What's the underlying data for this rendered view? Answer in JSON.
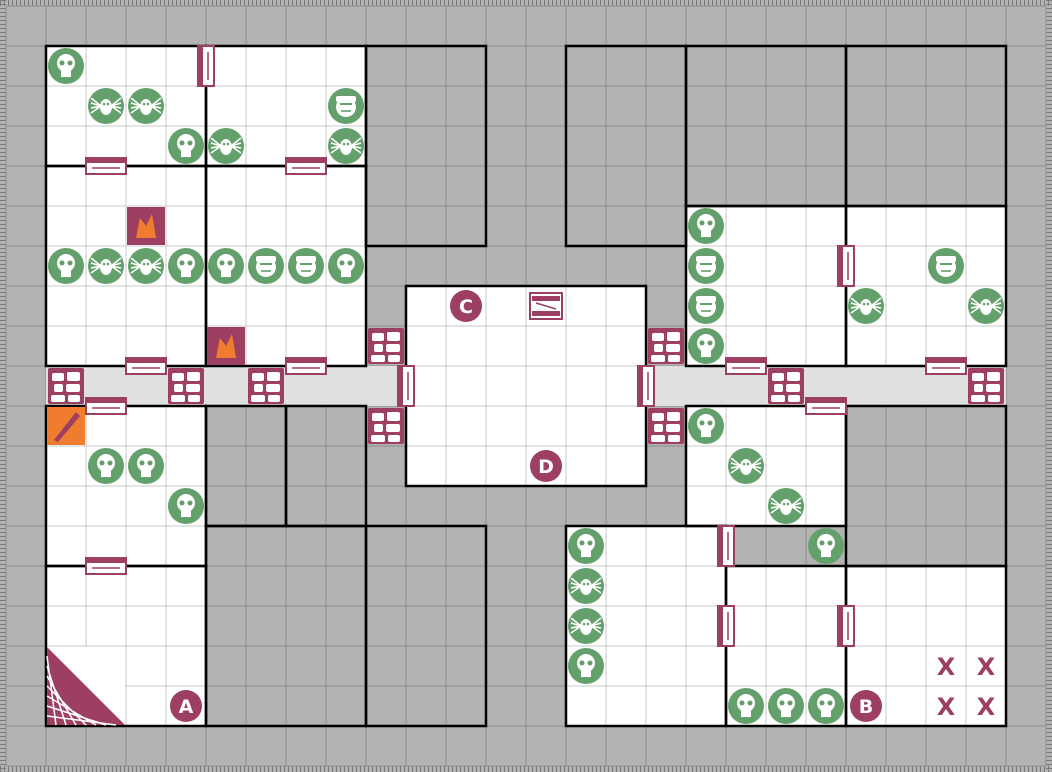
{
  "board": {
    "title": "",
    "colors": {
      "frame": "#b3b3b3",
      "grid": "#8c8c8c",
      "room_floor": "#ffffff",
      "room_grid": "#c8c8c8",
      "corridor": "#e0e0e0",
      "wall": "#000000",
      "marker": "#9c3f62",
      "monster": "#63a06b",
      "fire": "#f07d2e"
    }
  },
  "markers": [
    {
      "label": "A",
      "col": 4,
      "row": 17
    },
    {
      "label": "B",
      "col": 21,
      "row": 17
    },
    {
      "label": "C",
      "col": 11,
      "row": 7
    },
    {
      "label": "D",
      "col": 13,
      "row": 11
    }
  ],
  "x_marks": {
    "label": "X",
    "cells": [
      [
        23,
        16
      ],
      [
        24,
        16
      ],
      [
        23,
        17
      ],
      [
        24,
        17
      ]
    ]
  },
  "monsters": [
    {
      "kind": "skull",
      "col": 1,
      "row": 1
    },
    {
      "kind": "spider",
      "col": 2,
      "row": 2
    },
    {
      "kind": "spider",
      "col": 3,
      "row": 2
    },
    {
      "kind": "skull",
      "col": 4,
      "row": 3
    },
    {
      "kind": "spider",
      "col": 5,
      "row": 3
    },
    {
      "kind": "orc",
      "col": 8,
      "row": 2
    },
    {
      "kind": "spider",
      "col": 8,
      "row": 3
    },
    {
      "kind": "skull",
      "col": 1,
      "row": 6
    },
    {
      "kind": "spider",
      "col": 2,
      "row": 6
    },
    {
      "kind": "spider",
      "col": 3,
      "row": 6
    },
    {
      "kind": "skull",
      "col": 4,
      "row": 6
    },
    {
      "kind": "skull",
      "col": 5,
      "row": 6
    },
    {
      "kind": "orc",
      "col": 6,
      "row": 6
    },
    {
      "kind": "orc",
      "col": 7,
      "row": 6
    },
    {
      "kind": "skull",
      "col": 8,
      "row": 6
    },
    {
      "kind": "skull",
      "col": 2,
      "row": 11
    },
    {
      "kind": "skull",
      "col": 3,
      "row": 11
    },
    {
      "kind": "skull",
      "col": 4,
      "row": 12
    },
    {
      "kind": "skull",
      "col": 17,
      "row": 5
    },
    {
      "kind": "orc",
      "col": 17,
      "row": 6
    },
    {
      "kind": "orc",
      "col": 17,
      "row": 7
    },
    {
      "kind": "skull",
      "col": 17,
      "row": 8
    },
    {
      "kind": "spider",
      "col": 21,
      "row": 7
    },
    {
      "kind": "orc",
      "col": 23,
      "row": 6
    },
    {
      "kind": "spider",
      "col": 24,
      "row": 7
    },
    {
      "kind": "skull",
      "col": 17,
      "row": 10
    },
    {
      "kind": "spider",
      "col": 18,
      "row": 11
    },
    {
      "kind": "spider",
      "col": 19,
      "row": 12
    },
    {
      "kind": "skull",
      "col": 20,
      "row": 13
    },
    {
      "kind": "skull",
      "col": 14,
      "row": 13
    },
    {
      "kind": "spider",
      "col": 14,
      "row": 14
    },
    {
      "kind": "spider",
      "col": 14,
      "row": 15
    },
    {
      "kind": "skull",
      "col": 14,
      "row": 16
    },
    {
      "kind": "skull",
      "col": 18,
      "row": 17
    },
    {
      "kind": "skull",
      "col": 19,
      "row": 17
    },
    {
      "kind": "skull",
      "col": 20,
      "row": 17
    }
  ]
}
